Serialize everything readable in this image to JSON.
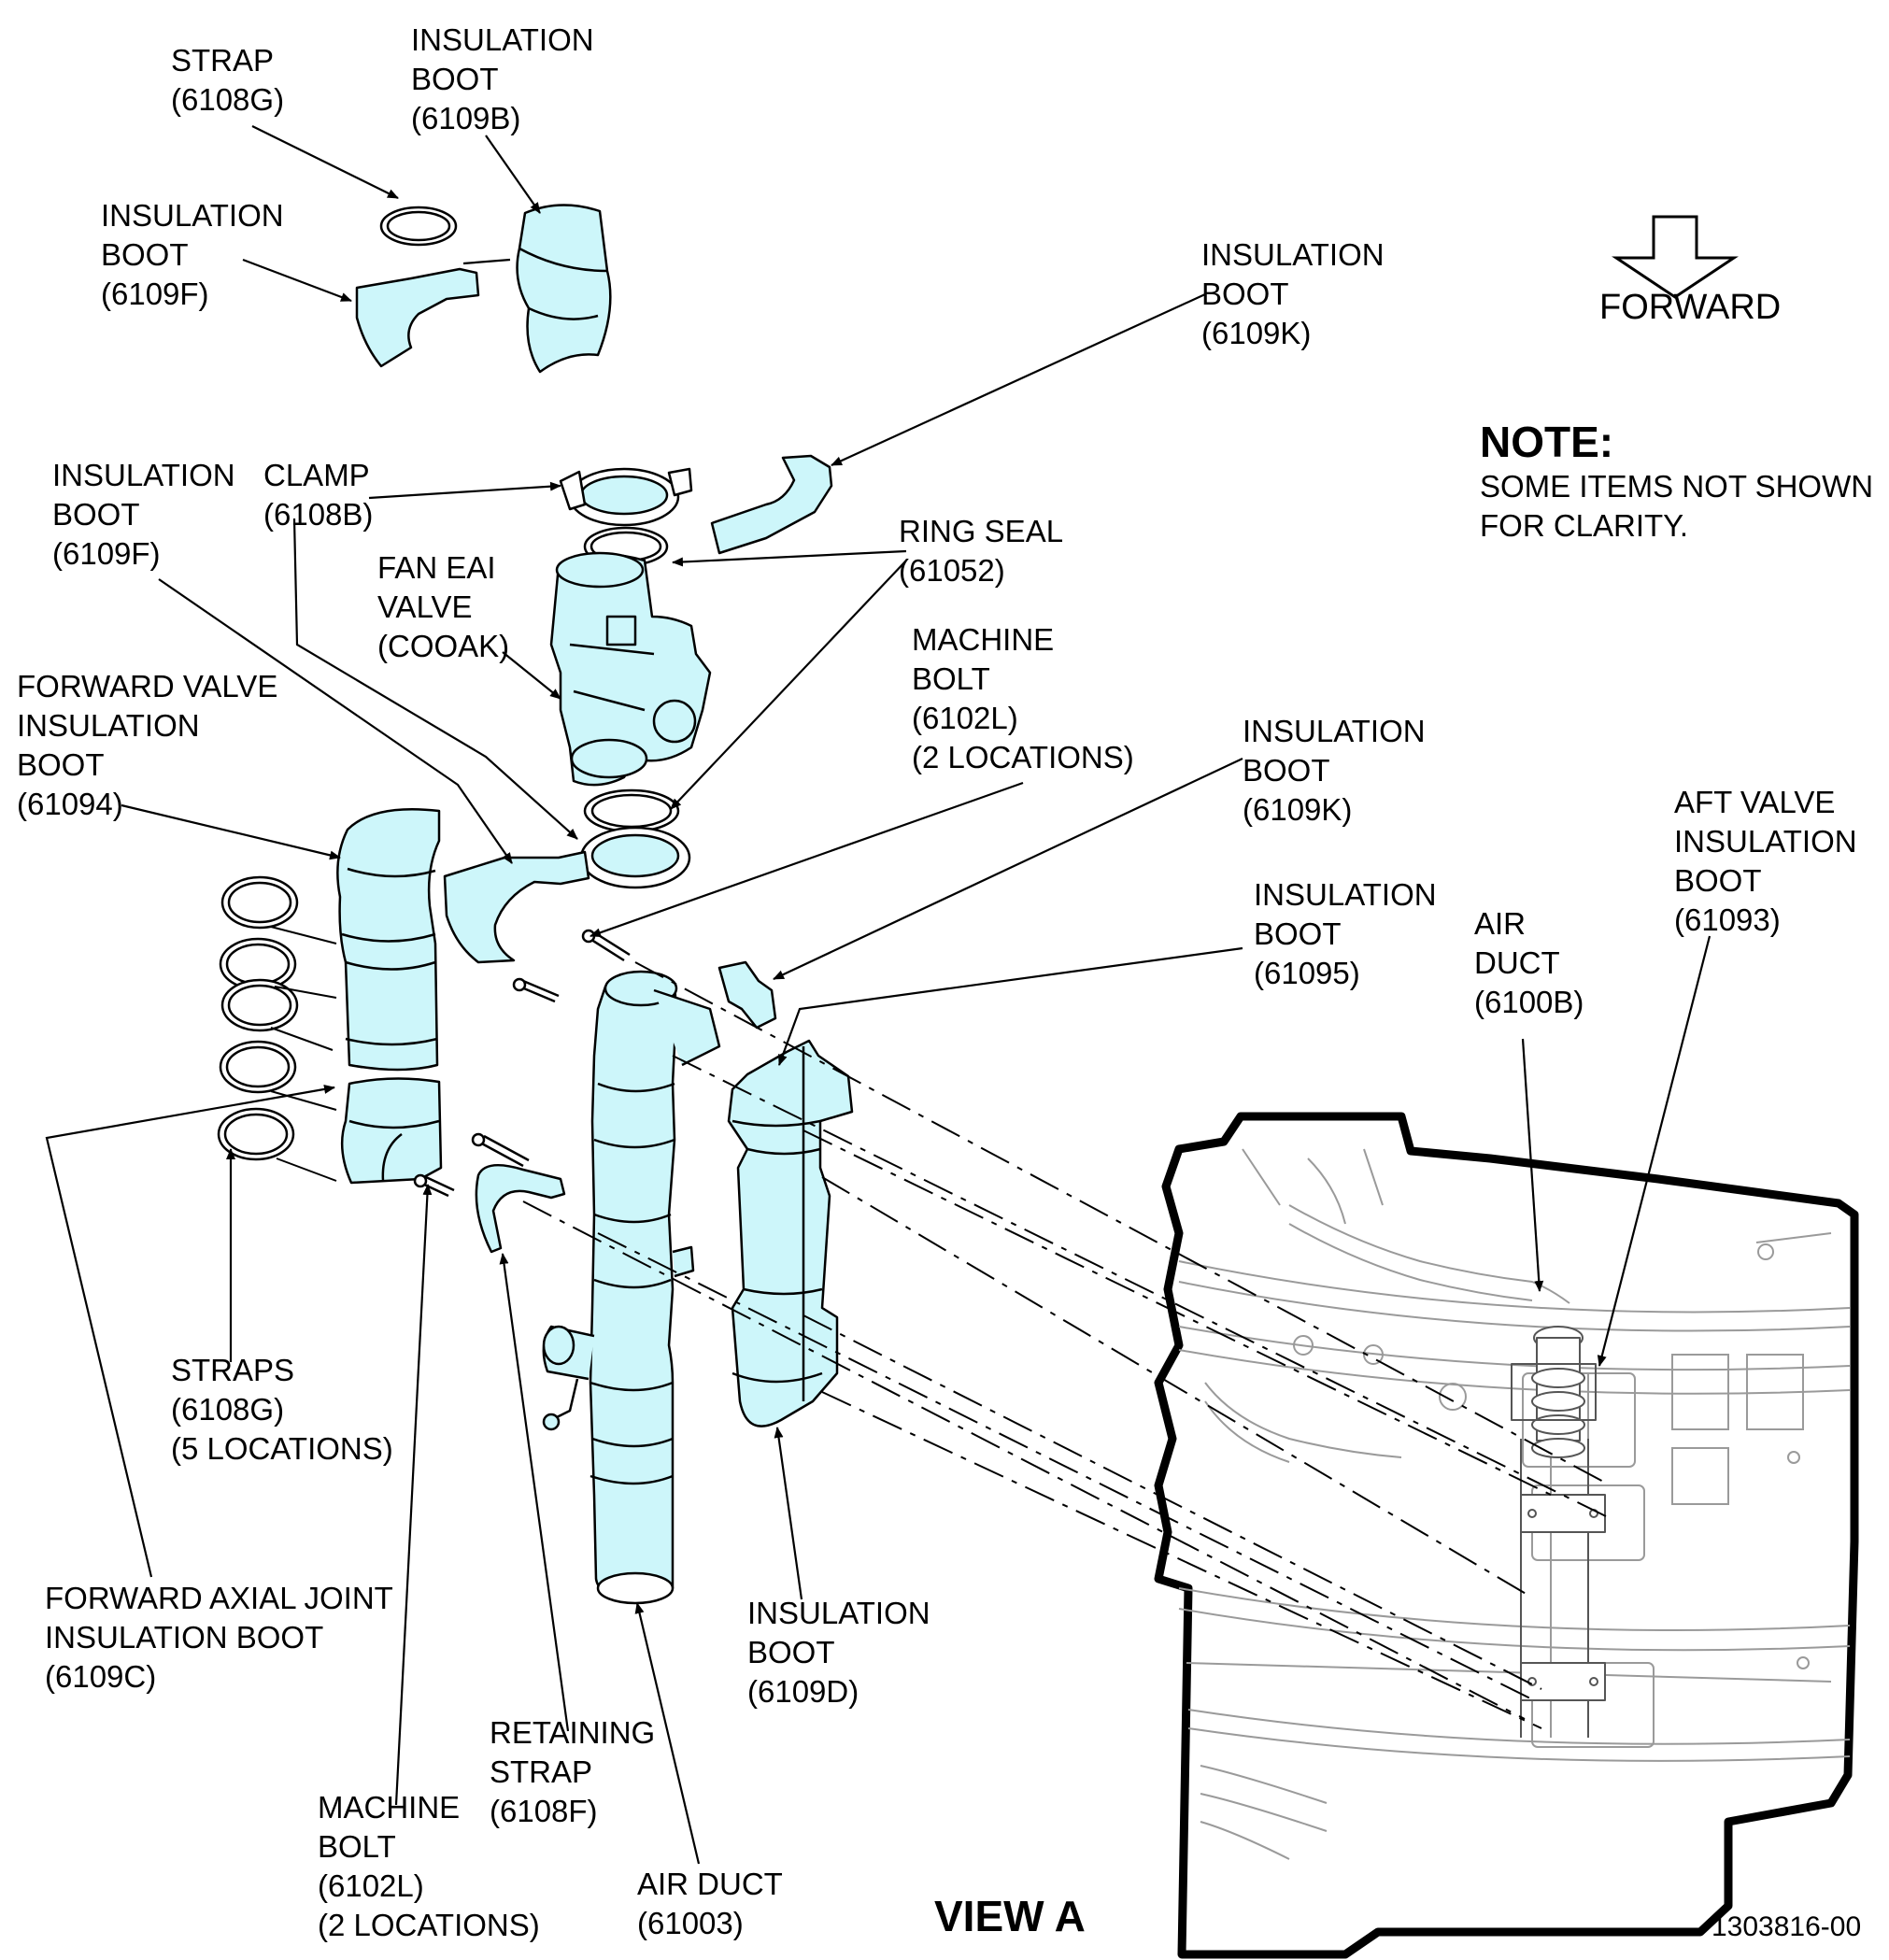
{
  "callouts": {
    "strap_6108g": [
      "STRAP",
      "(6108G)"
    ],
    "insulation_boot_6109b": [
      "INSULATION",
      "BOOT",
      "(6109B)"
    ],
    "insulation_boot_6109f_top": [
      "INSULATION",
      "BOOT",
      "(6109F)"
    ],
    "insulation_boot_6109k_top": [
      "INSULATION",
      "BOOT",
      "(6109K)"
    ],
    "insulation_boot_6109f_mid": [
      "INSULATION",
      "BOOT",
      "(6109F)"
    ],
    "clamp_6108b": [
      "CLAMP",
      "(6108B)"
    ],
    "fan_eai_valve": [
      "FAN EAI",
      "VALVE",
      "(COOAK)"
    ],
    "ring_seal": [
      "RING SEAL",
      "(61052)"
    ],
    "machine_bolt_upper": [
      "MACHINE",
      "BOLT",
      "(6102L)",
      "(2 LOCATIONS)"
    ],
    "forward_valve_boot": [
      "FORWARD VALVE",
      "INSULATION",
      "BOOT",
      "(61094)"
    ],
    "insulation_boot_6109k_mid": [
      "INSULATION",
      "BOOT",
      "(6109K)"
    ],
    "insulation_boot_61095": [
      "INSULATION",
      "BOOT",
      "(61095)"
    ],
    "air_duct_6100b": [
      "AIR",
      "DUCT",
      "(6100B)"
    ],
    "aft_valve_boot": [
      "AFT VALVE",
      "INSULATION",
      "BOOT",
      "(61093)"
    ],
    "straps_6108g": [
      "STRAPS",
      "(6108G)",
      "(5 LOCATIONS)"
    ],
    "forward_axial_joint": [
      "FORWARD AXIAL JOINT",
      "INSULATION BOOT",
      "(6109C)"
    ],
    "retaining_strap": [
      "RETAINING",
      "STRAP",
      "(6108F)"
    ],
    "machine_bolt_lower": [
      "MACHINE",
      "BOLT",
      "(6102L)",
      "(2 LOCATIONS)"
    ],
    "air_duct_61003": [
      "AIR DUCT",
      "(61003)"
    ],
    "insulation_boot_6109d": [
      "INSULATION",
      "BOOT",
      "(6109D)"
    ]
  },
  "forward_label": "FORWARD",
  "note": {
    "heading": "NOTE:",
    "lines": [
      "SOME ITEMS NOT SHOWN",
      "FOR CLARITY."
    ]
  },
  "view_label": "VIEW A",
  "figure_id": "1303816-00",
  "colors": {
    "part_fill": "#cdf6fa",
    "line": "#000000",
    "engine_detail": "#9a9a9a"
  }
}
